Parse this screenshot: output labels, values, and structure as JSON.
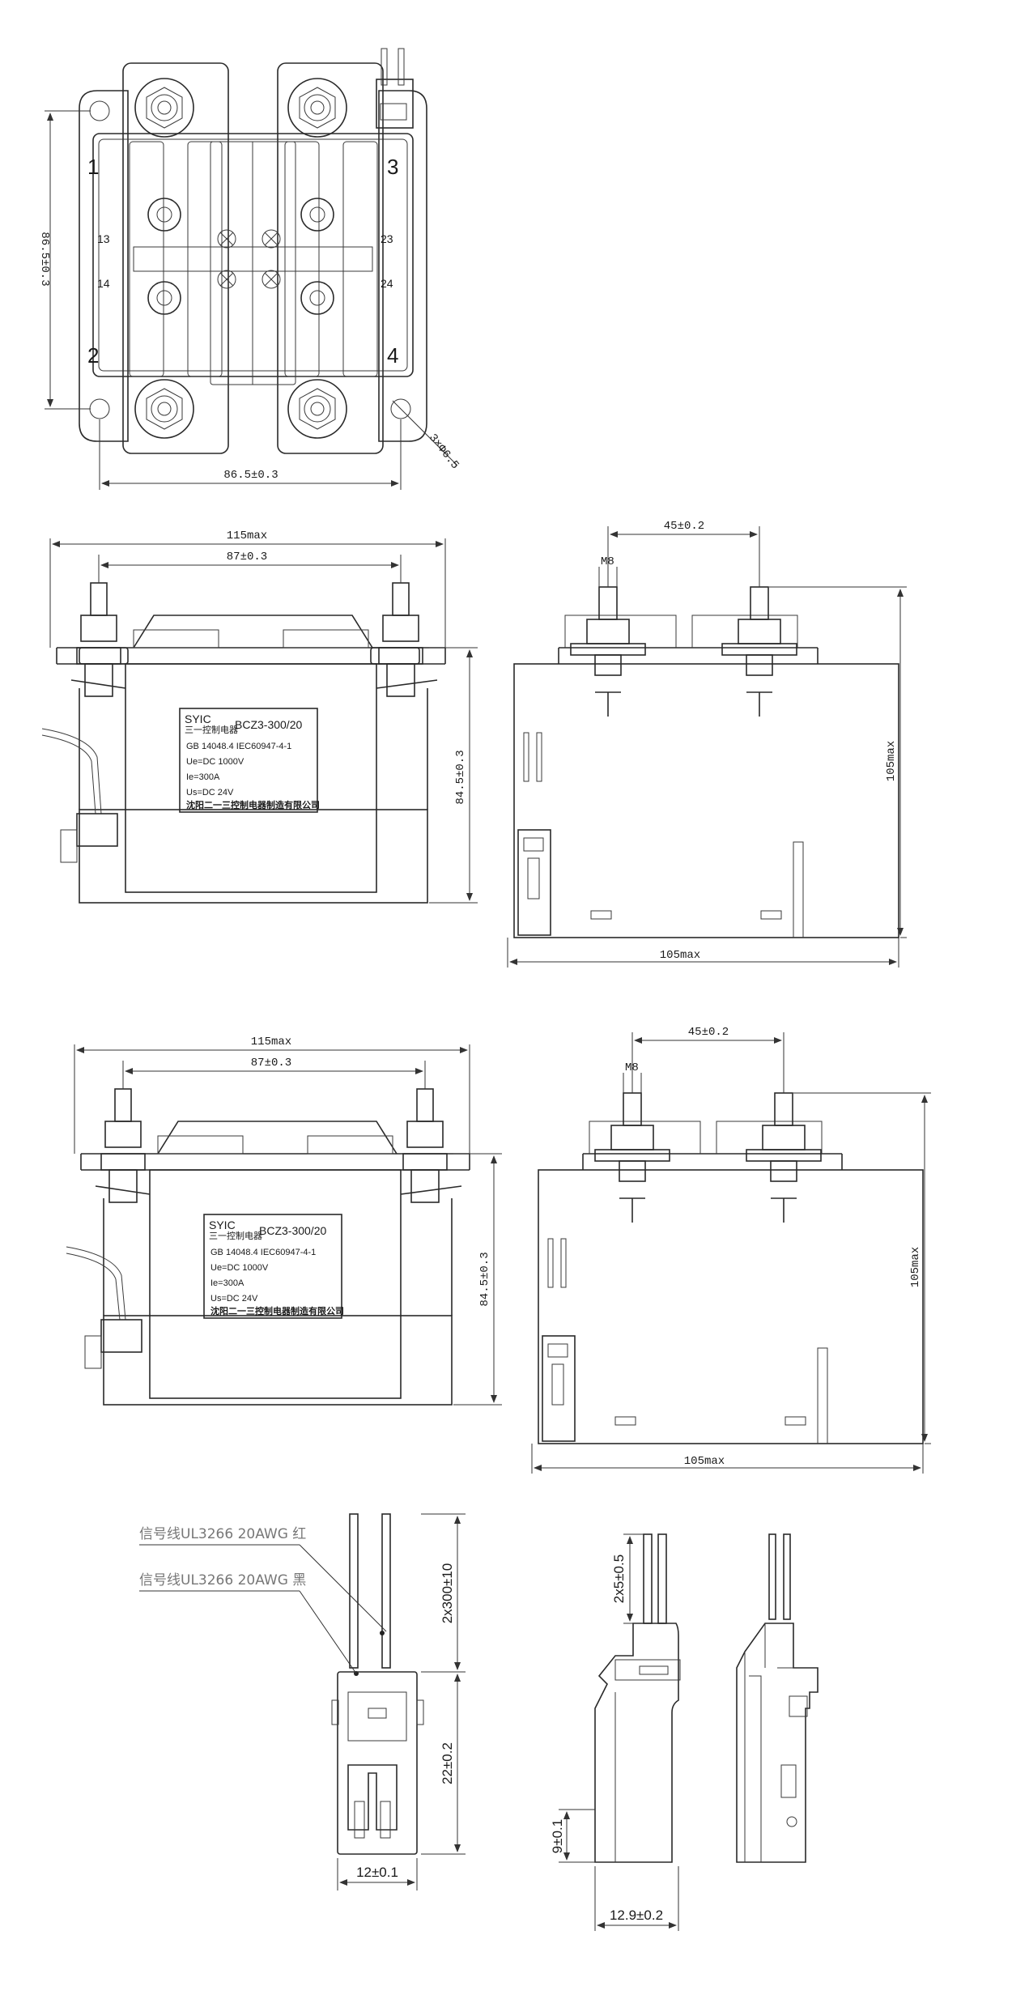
{
  "top_view": {
    "terminals": [
      "1",
      "2",
      "3",
      "4"
    ],
    "contacts": [
      "13",
      "14",
      "23",
      "24"
    ],
    "dim_height": "86.5±0.3",
    "dim_width": "86.5±0.3",
    "dim_holes": "3×Φ6.5"
  },
  "front_view_1": {
    "dim_total": "115max",
    "dim_pitch": "87±0.3",
    "dim_height": "84.5±0.3",
    "label": {
      "brand": "SYIC",
      "brand_sub": "三一控制电器",
      "model": "BCZ3-300/20",
      "std": "GB 14048.4   IEC60947-4-1",
      "ue": "Ue=DC 1000V",
      "ie": "Ie=300A",
      "us": "Us=DC 24V",
      "maker": "沈阳二一三控制电器制造有限公司"
    }
  },
  "side_view_1": {
    "dim_pitch": "45±0.2",
    "dim_thread": "M8",
    "dim_height": "105max",
    "dim_width": "105max"
  },
  "front_view_2": {
    "dim_total": "115max",
    "dim_pitch": "87±0.3",
    "dim_height": "84.5±0.3",
    "label": {
      "brand": "SYIC",
      "brand_sub": "三一控制电器",
      "model": "BCZ3-300/20",
      "std": "GB 14048.4   IEC60947-4-1",
      "ue": "Ue=DC 1000V",
      "ie": "Ie=300A",
      "us": "Us=DC 24V",
      "maker": "沈阳二一三控制电器制造有限公司"
    }
  },
  "side_view_2": {
    "dim_pitch": "45±0.2",
    "dim_thread": "M8",
    "dim_height": "105max",
    "dim_width": "105max"
  },
  "connector": {
    "wire_red": "信号线UL3266 20AWG 红",
    "wire_black": "信号线UL3266 20AWG 黑",
    "dim_wire_len": "2x300±10",
    "dim_body_h": "22±0.2",
    "dim_body_w": "12±0.1",
    "dim_strip": "2x5±0.5",
    "dim_latch": "9±0.1",
    "dim_side_w": "12.9±0.2"
  }
}
